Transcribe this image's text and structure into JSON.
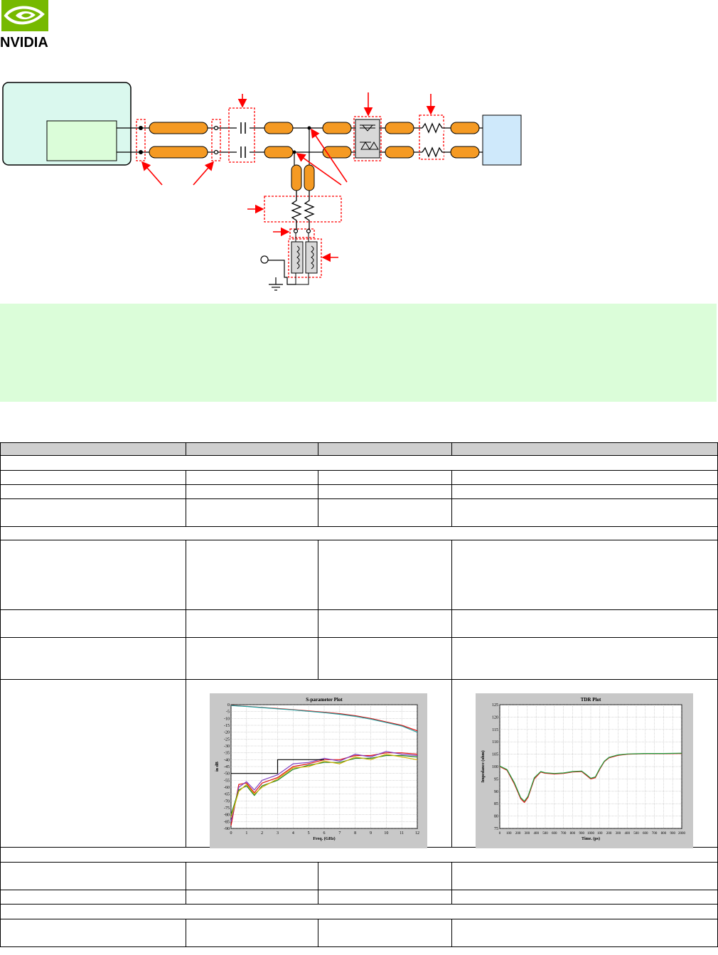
{
  "logo": {
    "wordmark": "NVIDIA",
    "brand_color": "#76b900"
  },
  "schematic": {
    "icons": [
      "host-box-icon",
      "coax-cable-icon",
      "ac-capacitor-icon",
      "esd-diode-icon",
      "resistor-icon",
      "transformer-icon",
      "ground-icon",
      "connector-box-icon"
    ],
    "colors": {
      "cable": "#f59a23",
      "callout": "#ff0000",
      "host": "#daf8ee",
      "chip": "#dbfdd9",
      "connector": "#cfe9fb"
    }
  },
  "note": {
    "background": "#dbfdd9"
  },
  "table": {
    "header_color": "#cfcfcf",
    "plots": {
      "sparam": {
        "title": "S-parameter Plot",
        "xlabel": "Freq. (GHz)",
        "ylabel": "in dB"
      },
      "tdr": {
        "title": "TDR Plot",
        "xlabel": "Time. (ps)",
        "ylabel": "Impedance (ohm)"
      }
    }
  },
  "chart_data": [
    {
      "type": "line",
      "title": "S-parameter Plot",
      "xlabel": "Freq. (GHz)",
      "ylabel": "in dB",
      "xlim": [
        0,
        12
      ],
      "ylim": [
        -90,
        0
      ],
      "xticks": [
        0,
        1,
        2,
        3,
        4,
        5,
        6,
        7,
        8,
        9,
        10,
        11,
        12
      ],
      "yticks": [
        0,
        -5,
        -10,
        -15,
        -20,
        -25,
        -30,
        -35,
        -40,
        -45,
        -50,
        -55,
        -60,
        -65,
        -70,
        -75,
        -80,
        -85,
        -90
      ],
      "grid": true,
      "series": [
        {
          "color": "#e01010",
          "x": [
            0,
            1,
            2,
            3,
            4,
            5,
            6,
            7,
            8,
            9,
            10,
            11,
            12
          ],
          "y": [
            -0.5,
            -1.2,
            -2,
            -2.8,
            -3.6,
            -4.5,
            -5.5,
            -6.5,
            -8,
            -10,
            -12.5,
            -15,
            -19
          ]
        },
        {
          "color": "#20a0a0",
          "x": [
            0,
            1,
            2,
            3,
            4,
            5,
            6,
            7,
            8,
            9,
            10,
            11,
            12
          ],
          "y": [
            -0.6,
            -1.3,
            -2.1,
            -3,
            -3.8,
            -4.8,
            -5.8,
            -7,
            -8.5,
            -10.5,
            -13,
            -15.5,
            -20
          ]
        },
        {
          "color": "#e01010",
          "x": [
            0,
            0.5,
            1,
            1.5,
            2,
            3,
            4,
            5,
            6,
            7,
            8,
            9,
            10,
            11,
            12
          ],
          "y": [
            -88,
            -58,
            -57,
            -64,
            -57,
            -53,
            -45,
            -43,
            -40,
            -40,
            -37,
            -37,
            -35,
            -35,
            -36
          ]
        },
        {
          "color": "#8040c0",
          "x": [
            0,
            0.5,
            1,
            1.5,
            2,
            3,
            4,
            5,
            6,
            7,
            8,
            9,
            10,
            11,
            12
          ],
          "y": [
            -85,
            -60,
            -56,
            -62,
            -55,
            -51,
            -43,
            -42,
            -39,
            -41,
            -36,
            -38,
            -34,
            -36,
            -37
          ]
        },
        {
          "color": "#208020",
          "x": [
            0,
            0.5,
            1,
            1.5,
            2,
            3,
            4,
            5,
            6,
            7,
            8,
            9,
            10,
            11,
            12
          ],
          "y": [
            -80,
            -62,
            -59,
            -66,
            -59,
            -55,
            -47,
            -44,
            -42,
            -42,
            -39,
            -39,
            -37,
            -37,
            -38
          ]
        },
        {
          "color": "#d0b000",
          "x": [
            0,
            0.5,
            1,
            1.5,
            2,
            3,
            4,
            5,
            6,
            7,
            8,
            9,
            10,
            11,
            12
          ],
          "y": [
            -82,
            -63,
            -58,
            -65,
            -60,
            -54,
            -46,
            -45,
            -41,
            -43,
            -38,
            -40,
            -36,
            -38,
            -40
          ]
        },
        {
          "color": "#000000",
          "x": [
            0,
            3,
            3,
            6
          ],
          "y": [
            -50,
            -50,
            -40,
            -40
          ]
        }
      ]
    },
    {
      "type": "line",
      "title": "TDR Plot",
      "xlabel": "Time. (ps)",
      "ylabel": "Impedance (ohm)",
      "xlim": [
        0,
        2000
      ],
      "ylim": [
        75,
        125
      ],
      "xticks": [
        0,
        100,
        200,
        300,
        400,
        500,
        600,
        700,
        800,
        900,
        1000,
        1100,
        1200,
        1300,
        1400,
        1500,
        1600,
        1700,
        1800,
        1900,
        2000
      ],
      "xticklabels": [
        "0",
        "100",
        "200",
        "300",
        "400",
        "500",
        "600",
        "700",
        "800",
        "900",
        "1000",
        "100",
        "200",
        "300",
        "400",
        "500",
        "600",
        "700",
        "800",
        "900",
        "2000"
      ],
      "yticks": [
        75,
        80,
        85,
        90,
        95,
        100,
        105,
        110,
        115,
        120,
        125
      ],
      "grid": true,
      "series": [
        {
          "color": "#e01010",
          "x": [
            0,
            80,
            160,
            230,
            270,
            310,
            380,
            450,
            500,
            600,
            700,
            800,
            900,
            950,
            1000,
            1050,
            1100,
            1150,
            1200,
            1300,
            1400,
            1600,
            1800,
            2000
          ],
          "y": [
            100,
            98.5,
            93,
            87,
            85.5,
            87.5,
            95,
            97.8,
            97.3,
            97,
            97.2,
            97.8,
            98,
            96.5,
            95,
            95.5,
            99,
            102,
            103.5,
            104.5,
            105,
            105.2,
            105.2,
            105.3
          ]
        },
        {
          "color": "#20a040",
          "x": [
            0,
            80,
            160,
            230,
            270,
            310,
            380,
            450,
            500,
            600,
            700,
            800,
            900,
            950,
            1000,
            1050,
            1100,
            1150,
            1200,
            1300,
            1400,
            1600,
            1800,
            2000
          ],
          "y": [
            100.2,
            98.8,
            93.5,
            87.5,
            86,
            88,
            95.5,
            98,
            97.5,
            97.2,
            97.4,
            98,
            98.2,
            96.8,
            95.3,
            95.8,
            99.3,
            102.2,
            103.7,
            104.7,
            105.1,
            105.3,
            105.3,
            105.4
          ]
        }
      ]
    }
  ]
}
